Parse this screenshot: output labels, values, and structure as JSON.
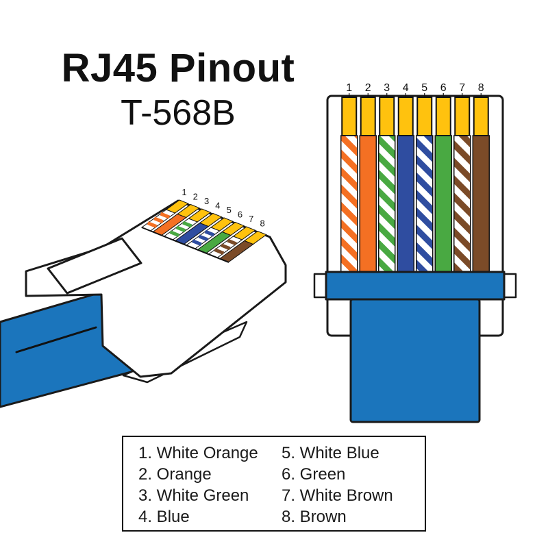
{
  "title": "RJ45 Pinout",
  "subtitle": "T-568B",
  "pins": [
    {
      "num": "1",
      "label": "White Orange",
      "base": "#F47023",
      "striped": true
    },
    {
      "num": "2",
      "label": "Orange",
      "base": "#F47023",
      "striped": false
    },
    {
      "num": "3",
      "label": "White Green",
      "base": "#49A942",
      "striped": true
    },
    {
      "num": "4",
      "label": "Blue",
      "base": "#2F4DA0",
      "striped": false
    },
    {
      "num": "5",
      "label": "White Blue",
      "base": "#2F4DA0",
      "striped": true
    },
    {
      "num": "6",
      "label": "Green",
      "base": "#49A942",
      "striped": false
    },
    {
      "num": "7",
      "label": "White Brown",
      "base": "#7B4B28",
      "striped": true
    },
    {
      "num": "8",
      "label": "Brown",
      "base": "#7B4B28",
      "striped": false
    }
  ],
  "colors": {
    "cable": "#1B75BC",
    "contact": "#FFC20E",
    "outline": "#1A1A1A"
  },
  "legend": {
    "columns": [
      [
        "1. White Orange",
        "2. Orange",
        "3. White Green",
        "4. Blue"
      ],
      [
        "5. White Blue",
        "6. Green",
        "7. White Brown",
        "8. Brown"
      ]
    ]
  }
}
